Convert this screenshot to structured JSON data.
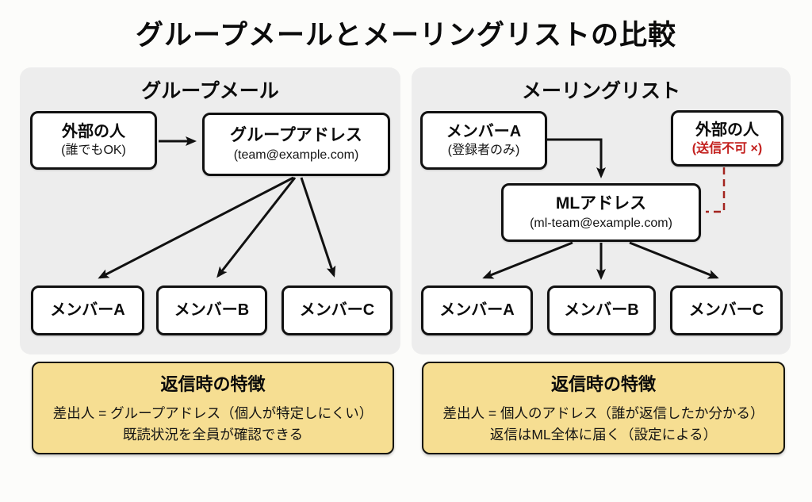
{
  "title": "グループメールとメーリングリストの比較",
  "colors": {
    "accent_red": "#c3201e",
    "dashed_red": "#a3241f",
    "note_bg": "#f6de92",
    "panel_bg": "#ededed",
    "line_black": "#111111"
  },
  "left_panel": {
    "heading": "グループメール",
    "nodes": {
      "external": {
        "label": "外部の人",
        "sub": "(誰でもOK)"
      },
      "group_address": {
        "label": "グループアドレス",
        "sub": "(team@example.com)"
      },
      "member_a": "メンバーA",
      "member_b": "メンバーB",
      "member_c": "メンバーC"
    }
  },
  "right_panel": {
    "heading": "メーリングリスト",
    "nodes": {
      "member_sender": {
        "label": "メンバーA",
        "sub": "(登録者のみ)"
      },
      "external": {
        "label": "外部の人",
        "sub": "(送信不可 ×)"
      },
      "ml_address": {
        "label": "MLアドレス",
        "sub": "(ml-team@example.com)"
      },
      "member_a": "メンバーA",
      "member_b": "メンバーB",
      "member_c": "メンバーC"
    }
  },
  "left_note": {
    "title": "返信時の特徴",
    "line1": "差出人 = グループアドレス（個人が特定しにくい）",
    "line2": "既読状況を全員が確認できる"
  },
  "right_note": {
    "title": "返信時の特徴",
    "line1": "差出人 = 個人のアドレス（誰が返信したか分かる）",
    "line2": "返信はML全体に届く（設定による）"
  },
  "connections": [
    {
      "panel": "グループメール",
      "from": "外部の人",
      "to": "グループアドレス",
      "style": "solid-arrow"
    },
    {
      "panel": "グループメール",
      "from": "グループアドレス",
      "to": "メンバーA",
      "style": "solid-arrow"
    },
    {
      "panel": "グループメール",
      "from": "グループアドレス",
      "to": "メンバーB",
      "style": "solid-arrow"
    },
    {
      "panel": "グループメール",
      "from": "グループアドレス",
      "to": "メンバーC",
      "style": "solid-arrow"
    },
    {
      "panel": "メーリングリスト",
      "from": "メンバーA",
      "to": "MLアドレス",
      "style": "solid-arrow"
    },
    {
      "panel": "メーリングリスト",
      "from": "外部の人",
      "to": "MLアドレス",
      "style": "dashed-red-blocked"
    },
    {
      "panel": "メーリングリスト",
      "from": "MLアドレス",
      "to": "メンバーA",
      "style": "solid-arrow"
    },
    {
      "panel": "メーリングリスト",
      "from": "MLアドレス",
      "to": "メンバーB",
      "style": "solid-arrow"
    },
    {
      "panel": "メーリングリスト",
      "from": "MLアドレス",
      "to": "メンバーC",
      "style": "solid-arrow"
    }
  ]
}
